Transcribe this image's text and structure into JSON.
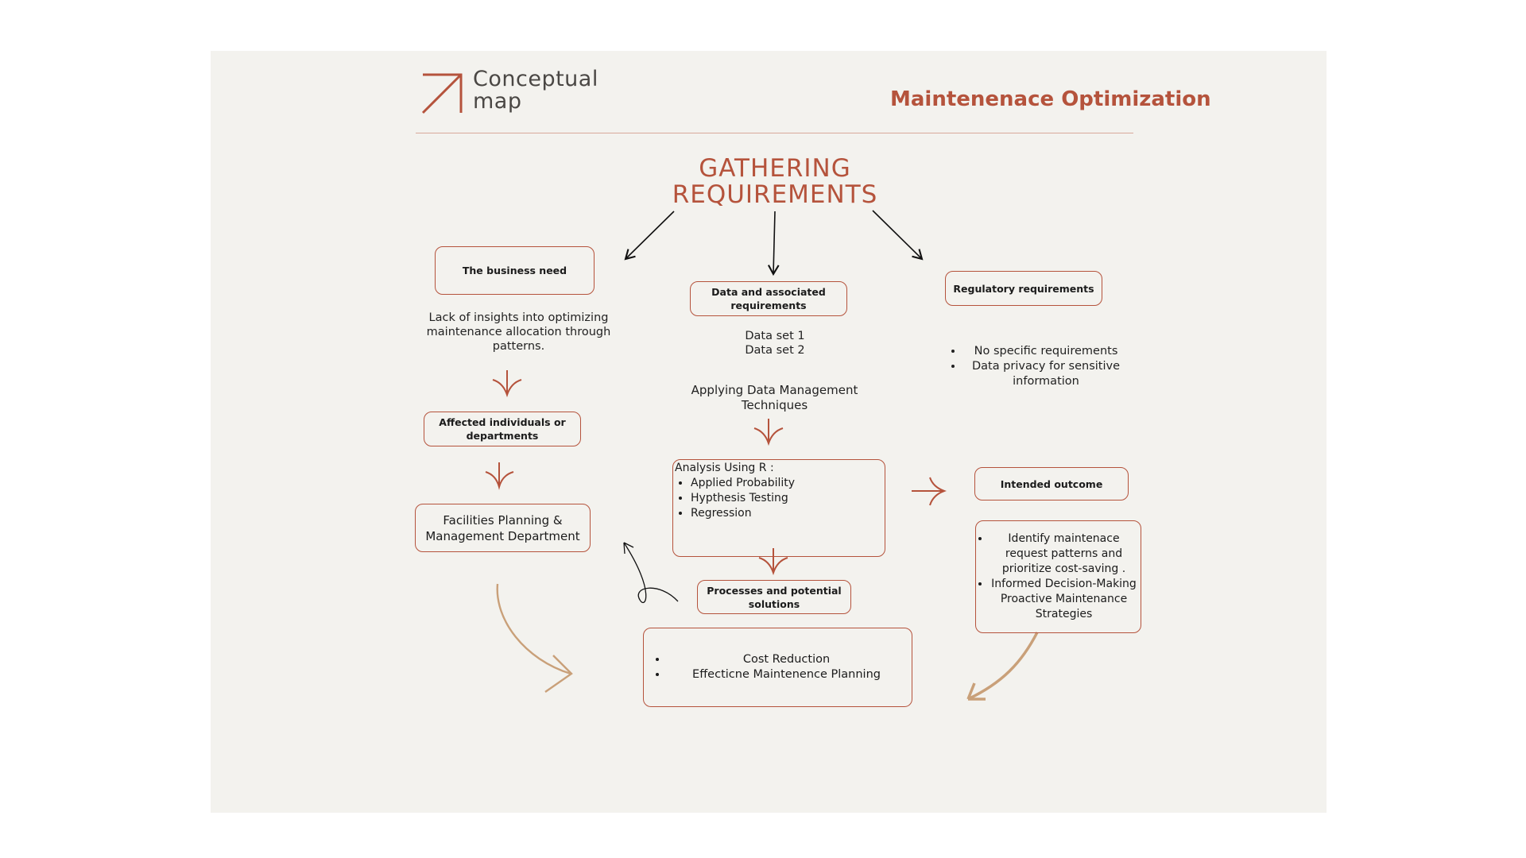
{
  "header": {
    "logo_line1": "Conceptual",
    "logo_line2": "map",
    "title": "Maintenenace Optimization"
  },
  "main": {
    "heading_line1": "GATHERING",
    "heading_line2": "REQUIREMENTS"
  },
  "left": {
    "business_need": "The business need",
    "business_need_text": "Lack of insights into optimizing maintenance allocation through patterns.",
    "affected": "Affected individuals or departments",
    "department": "Facilities Planning & Management Department"
  },
  "center": {
    "data_box": "Data  and associated requirements",
    "data_set_1": "Data set 1",
    "data_set_2": "Data set 2",
    "techniques": "Applying Data Management Techniques",
    "analysis_title": "Analysis Using R :",
    "analysis_items": [
      "Applied Probability",
      "Hypthesis Testing",
      "Regression"
    ],
    "processes": "Processes and potential solutions",
    "solutions": [
      "Cost Reduction",
      "Effecticne Maintenence Planning"
    ]
  },
  "right": {
    "regulatory": "Regulatory requirements",
    "regulatory_items": [
      "No specific requirements",
      "Data privacy for sensitive information"
    ],
    "outcome": "Intended outcome",
    "outcome_items": [
      "Identify maintenace request patterns and prioritize cost-saving .",
      "Informed Decision-Making Proactive Maintenance Strategies"
    ]
  },
  "colors": {
    "accent": "#b5533c",
    "tan_arrow": "#c9a079",
    "background": "#f3f2ee"
  }
}
